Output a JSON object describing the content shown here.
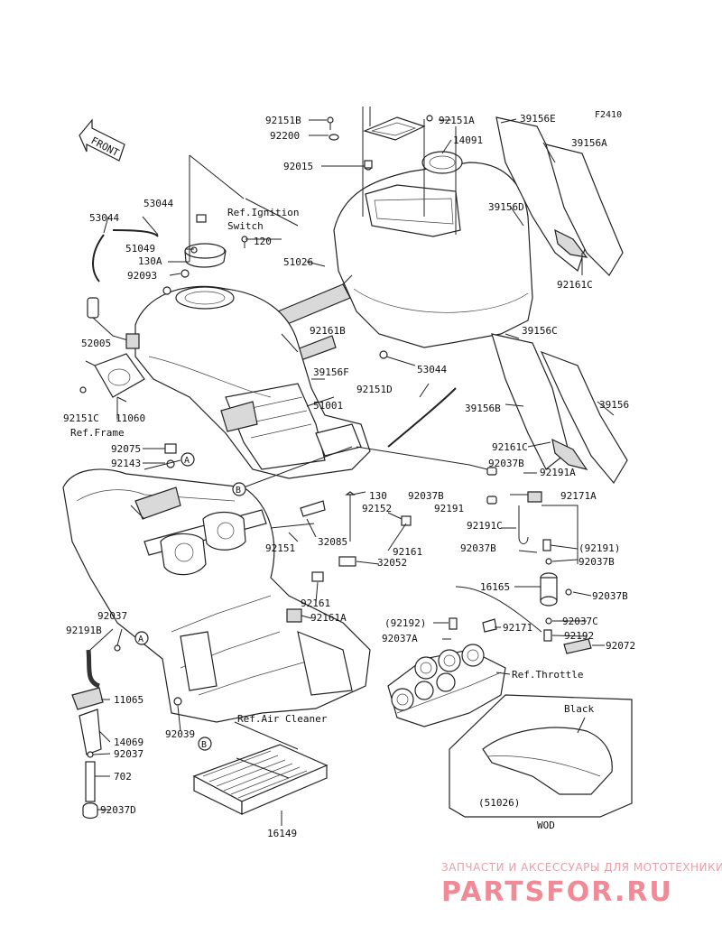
{
  "figure_code": "F2410",
  "front_label": "FRONT",
  "labels": [
    {
      "id": "p92151b",
      "text": "92151B"
    },
    {
      "id": "p92200",
      "text": "92200"
    },
    {
      "id": "p92151a",
      "text": "92151A"
    },
    {
      "id": "p14091",
      "text": "14091"
    },
    {
      "id": "p92015",
      "text": "92015"
    },
    {
      "id": "p39156e",
      "text": "39156E"
    },
    {
      "id": "p39156a",
      "text": "39156A"
    },
    {
      "id": "p39156d",
      "text": "39156D"
    },
    {
      "id": "p92161c",
      "text": "92161C"
    },
    {
      "id": "p53044a",
      "text": "53044"
    },
    {
      "id": "p53044b",
      "text": "53044"
    },
    {
      "id": "pRefIgn1",
      "text": "Ref.Ignition"
    },
    {
      "id": "pRefIgn2",
      "text": "Switch"
    },
    {
      "id": "p51049",
      "text": "51049"
    },
    {
      "id": "p120",
      "text": "120"
    },
    {
      "id": "p130a",
      "text": "130A"
    },
    {
      "id": "p92093",
      "text": "92093"
    },
    {
      "id": "p51026",
      "text": "51026"
    },
    {
      "id": "p52005",
      "text": "52005"
    },
    {
      "id": "p92161b",
      "text": "92161B"
    },
    {
      "id": "p39156c",
      "text": "39156C"
    },
    {
      "id": "p39156f",
      "text": "39156F"
    },
    {
      "id": "p53044c",
      "text": "53044"
    },
    {
      "id": "p92151d",
      "text": "92151D"
    },
    {
      "id": "p51001",
      "text": "51001"
    },
    {
      "id": "p39156b",
      "text": "39156B"
    },
    {
      "id": "p39156",
      "text": "39156"
    },
    {
      "id": "p92151c",
      "text": "92151C"
    },
    {
      "id": "p11060",
      "text": "11060"
    },
    {
      "id": "pRefFrame",
      "text": "Ref.Frame"
    },
    {
      "id": "p92075",
      "text": "92075"
    },
    {
      "id": "p92143",
      "text": "92143"
    },
    {
      "id": "p92161c2",
      "text": "92161C"
    },
    {
      "id": "p92037b1",
      "text": "92037B"
    },
    {
      "id": "p92191a",
      "text": "92191A"
    },
    {
      "id": "p130",
      "text": "130"
    },
    {
      "id": "p92037b2",
      "text": "92037B"
    },
    {
      "id": "p92171a",
      "text": "92171A"
    },
    {
      "id": "p92152",
      "text": "92152"
    },
    {
      "id": "p92191",
      "text": "92191"
    },
    {
      "id": "p92191c",
      "text": "92191C"
    },
    {
      "id": "p92151",
      "text": "92151"
    },
    {
      "id": "p32085",
      "text": "32085"
    },
    {
      "id": "p92161",
      "text": "92161"
    },
    {
      "id": "p92037b3",
      "text": "92037B"
    },
    {
      "id": "p92191p",
      "text": "(92191)"
    },
    {
      "id": "p32052",
      "text": "32052"
    },
    {
      "id": "p92037b4",
      "text": "92037B"
    },
    {
      "id": "p16165",
      "text": "16165"
    },
    {
      "id": "p92037b5",
      "text": "92037B"
    },
    {
      "id": "p92161b2",
      "text": "92161"
    },
    {
      "id": "p92161a",
      "text": "92161A"
    },
    {
      "id": "p92037",
      "text": "92037"
    },
    {
      "id": "p92192p",
      "text": "(92192)"
    },
    {
      "id": "p92171",
      "text": "92171"
    },
    {
      "id": "p92037c",
      "text": "92037C"
    },
    {
      "id": "p92191b",
      "text": "92191B"
    },
    {
      "id": "p92037a",
      "text": "92037A"
    },
    {
      "id": "p92192",
      "text": "92192"
    },
    {
      "id": "p92072",
      "text": "92072"
    },
    {
      "id": "pRefThrottle",
      "text": "Ref.Throttle"
    },
    {
      "id": "p11065",
      "text": "11065"
    },
    {
      "id": "pRefAir",
      "text": "Ref.Air Cleaner"
    },
    {
      "id": "p92039",
      "text": "92039"
    },
    {
      "id": "p14069",
      "text": "14069"
    },
    {
      "id": "p92037b",
      "text": "92037"
    },
    {
      "id": "p702",
      "text": "702"
    },
    {
      "id": "p92037d",
      "text": "92037D"
    },
    {
      "id": "p16149",
      "text": "16149"
    },
    {
      "id": "pBlack",
      "text": "Black"
    },
    {
      "id": "p51026p",
      "text": "(51026)"
    },
    {
      "id": "pWOD",
      "text": "WOD"
    }
  ],
  "callouts": [
    {
      "id": "cA1",
      "text": "A"
    },
    {
      "id": "cB1",
      "text": "B"
    },
    {
      "id": "cA2",
      "text": "A"
    },
    {
      "id": "cB2",
      "text": "B"
    }
  ],
  "watermark": {
    "tagline": "ЗАПЧАСТИ И АКСЕССУАРЫ ДЛЯ МОТОТЕХНИКИ",
    "brand": "PARTSFOR.RU"
  }
}
